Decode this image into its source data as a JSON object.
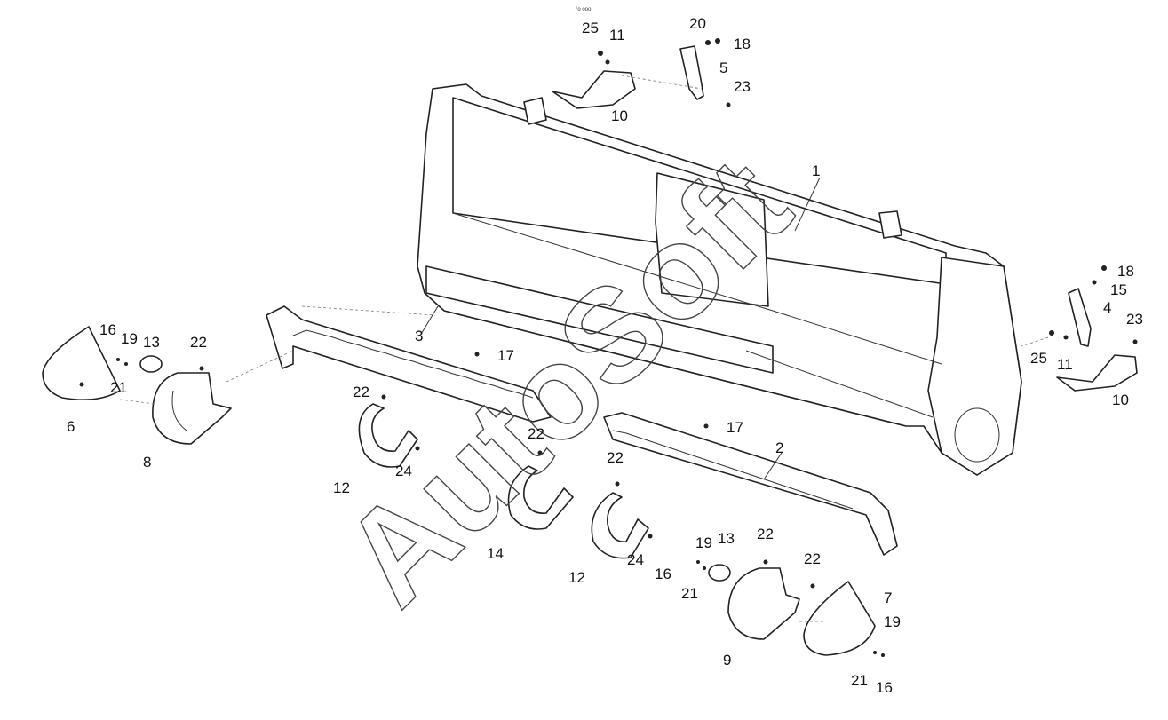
{
  "diagram": {
    "watermark": "AutoSoft",
    "corner_mark": "°o ooo",
    "part_labels": [
      {
        "id": "l25a",
        "text": "25"
      },
      {
        "id": "l11a",
        "text": "11"
      },
      {
        "id": "l20",
        "text": "20"
      },
      {
        "id": "l18a",
        "text": "18"
      },
      {
        "id": "l5",
        "text": "5"
      },
      {
        "id": "l23a",
        "text": "23"
      },
      {
        "id": "l10a",
        "text": "10"
      },
      {
        "id": "l1",
        "text": "1"
      },
      {
        "id": "l18b",
        "text": "18"
      },
      {
        "id": "l15",
        "text": "15"
      },
      {
        "id": "l4",
        "text": "4"
      },
      {
        "id": "l23b",
        "text": "23"
      },
      {
        "id": "l25b",
        "text": "25"
      },
      {
        "id": "l11b",
        "text": "11"
      },
      {
        "id": "l10b",
        "text": "10"
      },
      {
        "id": "l16a",
        "text": "16"
      },
      {
        "id": "l19a",
        "text": "19"
      },
      {
        "id": "l13a",
        "text": "13"
      },
      {
        "id": "l22a",
        "text": "22"
      },
      {
        "id": "l21a",
        "text": "21"
      },
      {
        "id": "l6",
        "text": "6"
      },
      {
        "id": "l8",
        "text": "8"
      },
      {
        "id": "l3",
        "text": "3"
      },
      {
        "id": "l17a",
        "text": "17"
      },
      {
        "id": "l22b",
        "text": "22"
      },
      {
        "id": "l22c",
        "text": "22"
      },
      {
        "id": "l24a",
        "text": "24"
      },
      {
        "id": "l12a",
        "text": "12"
      },
      {
        "id": "l17b",
        "text": "17"
      },
      {
        "id": "l2",
        "text": "2"
      },
      {
        "id": "l22d",
        "text": "22"
      },
      {
        "id": "l14",
        "text": "14"
      },
      {
        "id": "l24b",
        "text": "24"
      },
      {
        "id": "l12b",
        "text": "12"
      },
      {
        "id": "l19b",
        "text": "19"
      },
      {
        "id": "l13b",
        "text": "13"
      },
      {
        "id": "l22e",
        "text": "22"
      },
      {
        "id": "l16b",
        "text": "16"
      },
      {
        "id": "l21b",
        "text": "21"
      },
      {
        "id": "l22f",
        "text": "22"
      },
      {
        "id": "l7",
        "text": "7"
      },
      {
        "id": "l19c",
        "text": "19"
      },
      {
        "id": "l9",
        "text": "9"
      },
      {
        "id": "l21c",
        "text": "21"
      },
      {
        "id": "l16c",
        "text": "16"
      }
    ]
  }
}
